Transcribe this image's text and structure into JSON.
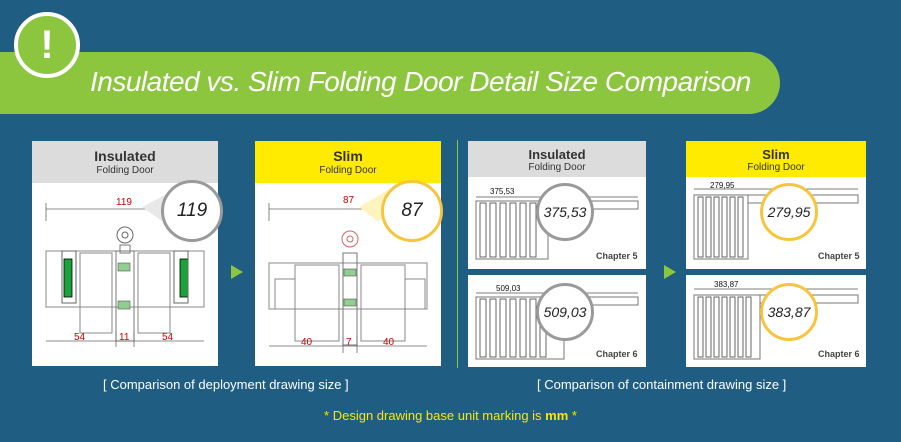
{
  "header": {
    "alert_icon": "exclamation-icon",
    "title": "Insulated vs. Slim Folding Door Detail Size Comparison"
  },
  "deployment": {
    "insulated": {
      "title": "Insulated",
      "subtitle": "Folding Door",
      "top_dim": "119",
      "big_value": "119",
      "bottom_dims": [
        "54",
        "11",
        "54"
      ]
    },
    "slim": {
      "title": "Slim",
      "subtitle": "Folding Door",
      "top_dim": "87",
      "big_value": "87",
      "bottom_dims": [
        "40",
        "7",
        "40"
      ]
    },
    "caption": "[ Comparison of deployment drawing size ]"
  },
  "containment": {
    "insulated": {
      "title": "Insulated",
      "subtitle": "Folding Door",
      "ch5": {
        "dim": "375,53",
        "big_value": "375,53",
        "chapter": "Chapter 5"
      },
      "ch6": {
        "dim": "509,03",
        "big_value": "509,03",
        "chapter": "Chapter 6"
      }
    },
    "slim": {
      "title": "Slim",
      "subtitle": "Folding Door",
      "ch5": {
        "dim": "279,95",
        "big_value": "279,95",
        "chapter": "Chapter 5"
      },
      "ch6": {
        "dim": "383,87",
        "big_value": "383,87",
        "chapter": "Chapter 6"
      }
    },
    "caption": "[ Comparison of containment drawing size ]"
  },
  "note": {
    "prefix": "* Design drawing base unit marking is ",
    "unit": "mm",
    "suffix": " *"
  },
  "colors": {
    "background": "#1f5d82",
    "accent_green": "#8cc63f",
    "slim_yellow": "#ffeb00",
    "dimension_red": "#cc0000"
  }
}
